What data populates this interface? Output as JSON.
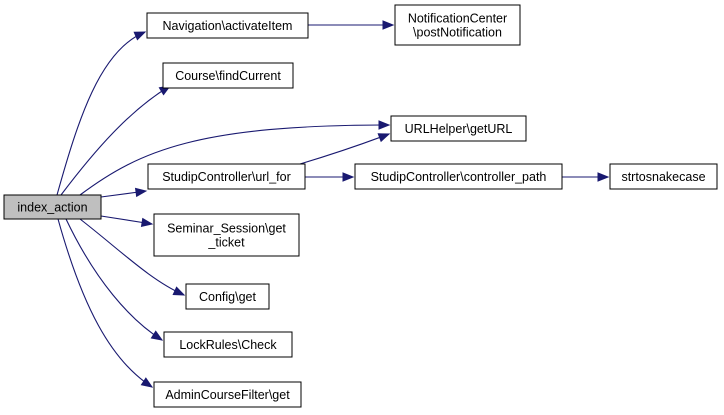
{
  "colors": {
    "edge": "#191970",
    "node_fill": "#ffffff",
    "root_fill": "#bfbfbf",
    "border": "#000000"
  },
  "nodes": {
    "index_action": {
      "lines": [
        "index_action"
      ],
      "root": true
    },
    "nav_activate": {
      "lines": [
        "Navigation\\activateItem"
      ]
    },
    "notif_post": {
      "lines": [
        "NotificationCenter",
        "\\postNotification"
      ]
    },
    "course_find": {
      "lines": [
        "Course\\findCurrent"
      ]
    },
    "url_helper": {
      "lines": [
        "URLHelper\\getURL"
      ]
    },
    "studip_url_for": {
      "lines": [
        "StudipController\\url_for"
      ]
    },
    "studip_ctrl_path": {
      "lines": [
        "StudipController\\controller_path"
      ]
    },
    "strtosnake": {
      "lines": [
        "strtosnakecase"
      ]
    },
    "seminar_ticket": {
      "lines": [
        "Seminar_Session\\get",
        "_ticket"
      ]
    },
    "config_get": {
      "lines": [
        "Config\\get"
      ]
    },
    "lockrules_check": {
      "lines": [
        "LockRules\\Check"
      ]
    },
    "admin_filter_get": {
      "lines": [
        "AdminCourseFilter\\get"
      ]
    }
  },
  "edges": [
    [
      "index_action",
      "nav_activate"
    ],
    [
      "index_action",
      "course_find"
    ],
    [
      "index_action",
      "url_helper"
    ],
    [
      "index_action",
      "studip_url_for"
    ],
    [
      "index_action",
      "seminar_ticket"
    ],
    [
      "index_action",
      "config_get"
    ],
    [
      "index_action",
      "lockrules_check"
    ],
    [
      "index_action",
      "admin_filter_get"
    ],
    [
      "nav_activate",
      "notif_post"
    ],
    [
      "studip_url_for",
      "url_helper"
    ],
    [
      "studip_url_for",
      "studip_ctrl_path"
    ],
    [
      "studip_ctrl_path",
      "strtosnake"
    ]
  ]
}
